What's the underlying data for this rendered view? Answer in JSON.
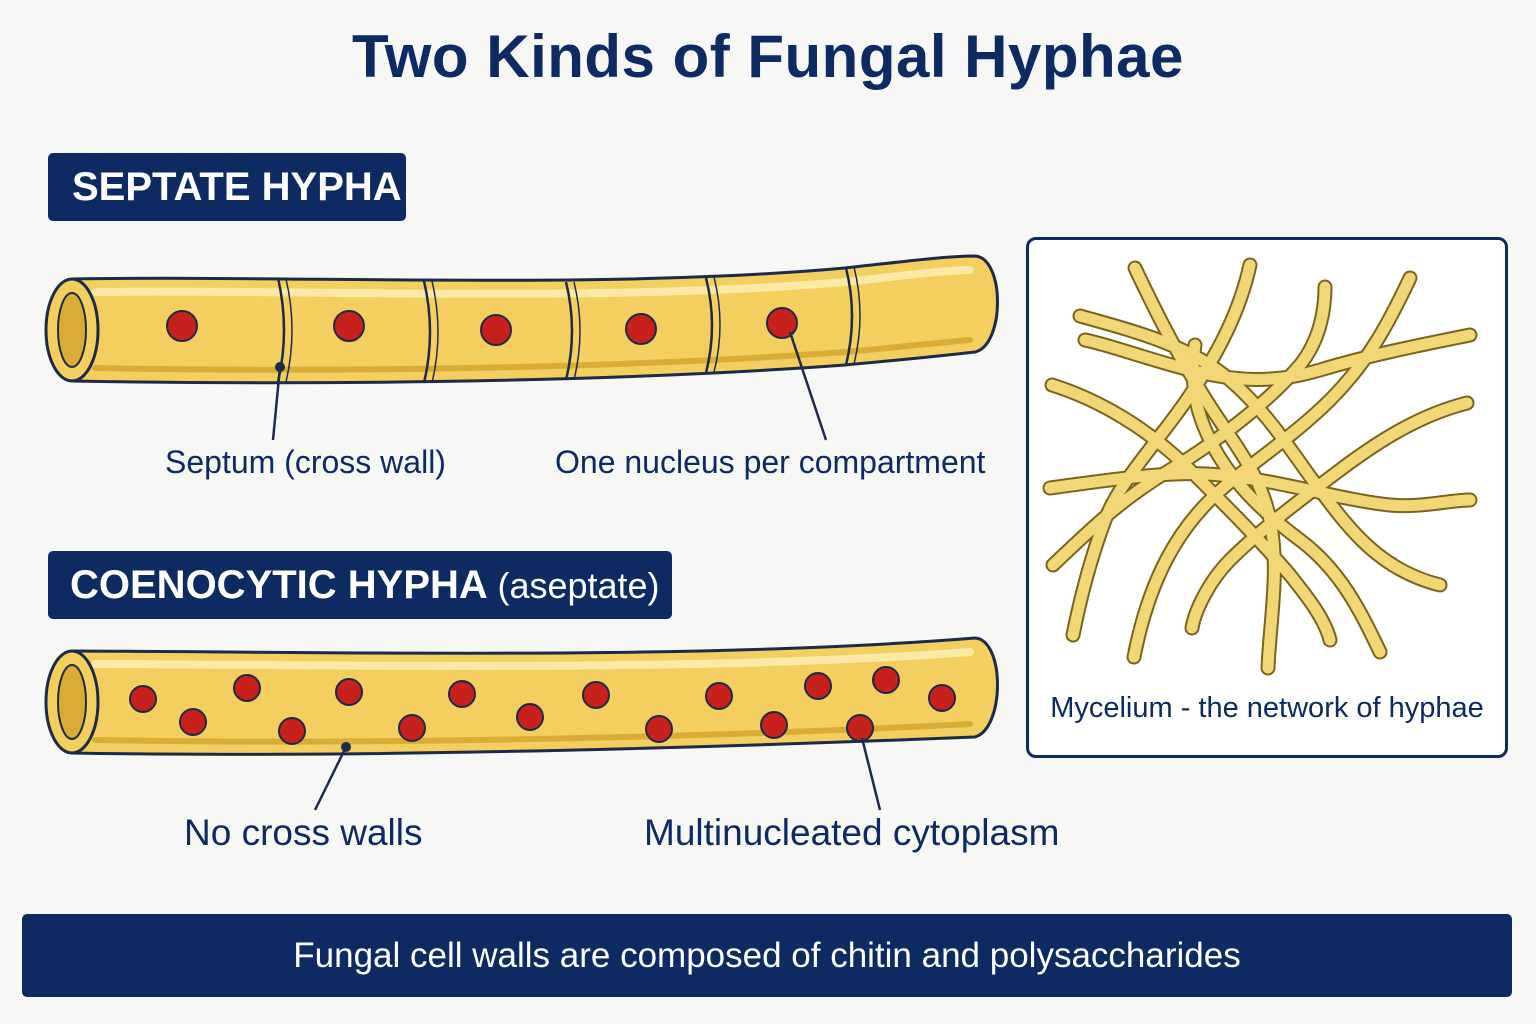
{
  "title": "Two Kinds of Fungal Hyphae",
  "septate": {
    "heading": "SEPTATE HYPHA",
    "labels": {
      "septum": "Septum (cross wall)",
      "nucleus": "One nucleus per compartment"
    }
  },
  "coenocytic": {
    "heading": "COENOCYTIC HYPHA",
    "heading_qualifier": "(aseptate)",
    "labels": {
      "no_walls": "No cross walls",
      "multinucleated": "Multinucleated cytoplasm"
    }
  },
  "mycelium": {
    "caption": "Mycelium - the network of hyphae"
  },
  "footer": "Fungal cell walls are composed of chitin and polysaccharides",
  "colors": {
    "navy": "#0d2a63",
    "hypha_fill": "#f2cf5e",
    "hypha_outline": "#1e2a4a",
    "nucleus": "#c8211d",
    "mycelium_fill": "#f3d777"
  }
}
